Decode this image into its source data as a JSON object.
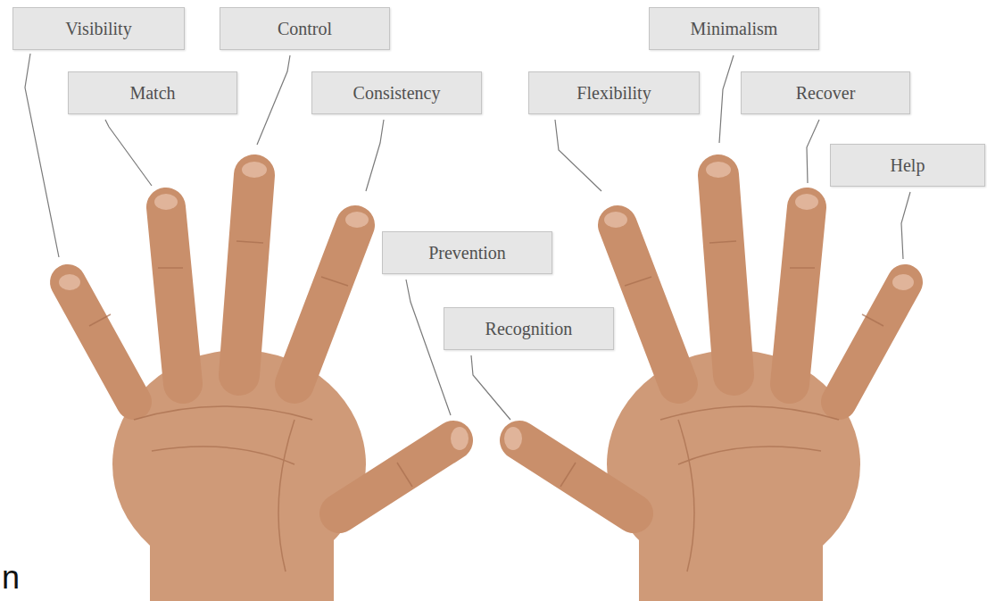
{
  "diagram": {
    "nodes": [
      {
        "text": [
          "Visibility"
        ]
      },
      {
        "text": [
          "Control"
        ]
      },
      {
        "text": [
          "Minimalism"
        ]
      },
      {
        "text": [
          "Match"
        ]
      },
      {
        "text": [
          "Consistency"
        ]
      },
      {
        "text": [
          "Flexibility"
        ]
      },
      {
        "text": [
          "Recover"
        ]
      },
      {
        "text": [
          "Help"
        ]
      },
      {
        "text": [
          "Prevention"
        ]
      },
      {
        "text": [
          "Recognition"
        ]
      }
    ],
    "labels": [
      "n"
    ]
  }
}
